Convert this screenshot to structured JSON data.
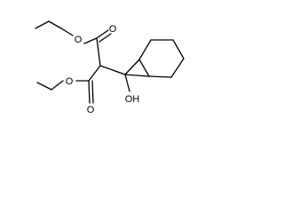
{
  "molecule": {
    "atom_labels": {
      "ester_top_ether_o": "O",
      "ester_top_carbonyl_o": "O",
      "ester_bottom_ether_o": "O",
      "ester_bottom_carbonyl_o": "O",
      "hydroxyl": "OH"
    }
  }
}
